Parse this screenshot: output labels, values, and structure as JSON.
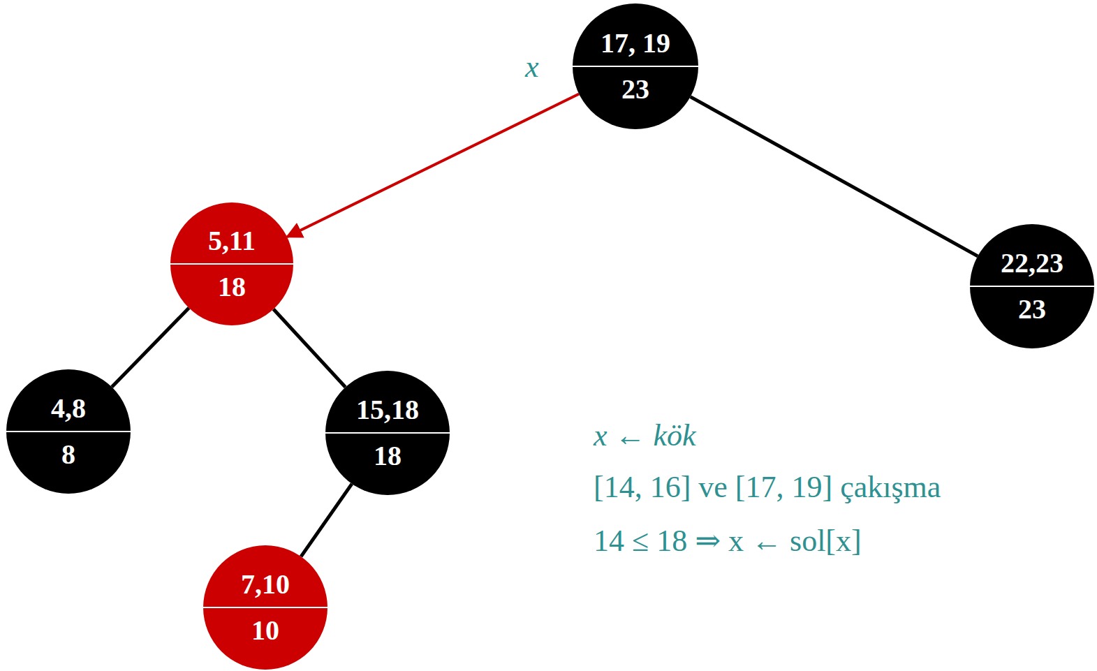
{
  "diagram": {
    "nodes": [
      {
        "text": [
          "17, 19",
          "23"
        ]
      },
      {
        "text": [
          "5,11",
          "18"
        ]
      },
      {
        "text": [
          "22,23",
          "23"
        ]
      },
      {
        "text": [
          "4,8",
          "8"
        ]
      },
      {
        "text": [
          "15,18",
          "18"
        ]
      },
      {
        "text": [
          "7,10",
          "10"
        ]
      }
    ],
    "edges": [
      {
        "from": 0,
        "to": 1,
        "arrow": "to"
      },
      {
        "from": 0,
        "to": 2,
        "arrow": "none"
      },
      {
        "from": 1,
        "to": 3,
        "arrow": "none"
      },
      {
        "from": 1,
        "to": 4,
        "arrow": "none"
      },
      {
        "from": 4,
        "to": 5,
        "arrow": "none"
      }
    ],
    "labels": [
      "x",
      "x ← kök",
      "[14, 16] ve [17, 19] çakışma",
      "14 ≤ 18 ⇒ x ← sol[x]"
    ]
  }
}
